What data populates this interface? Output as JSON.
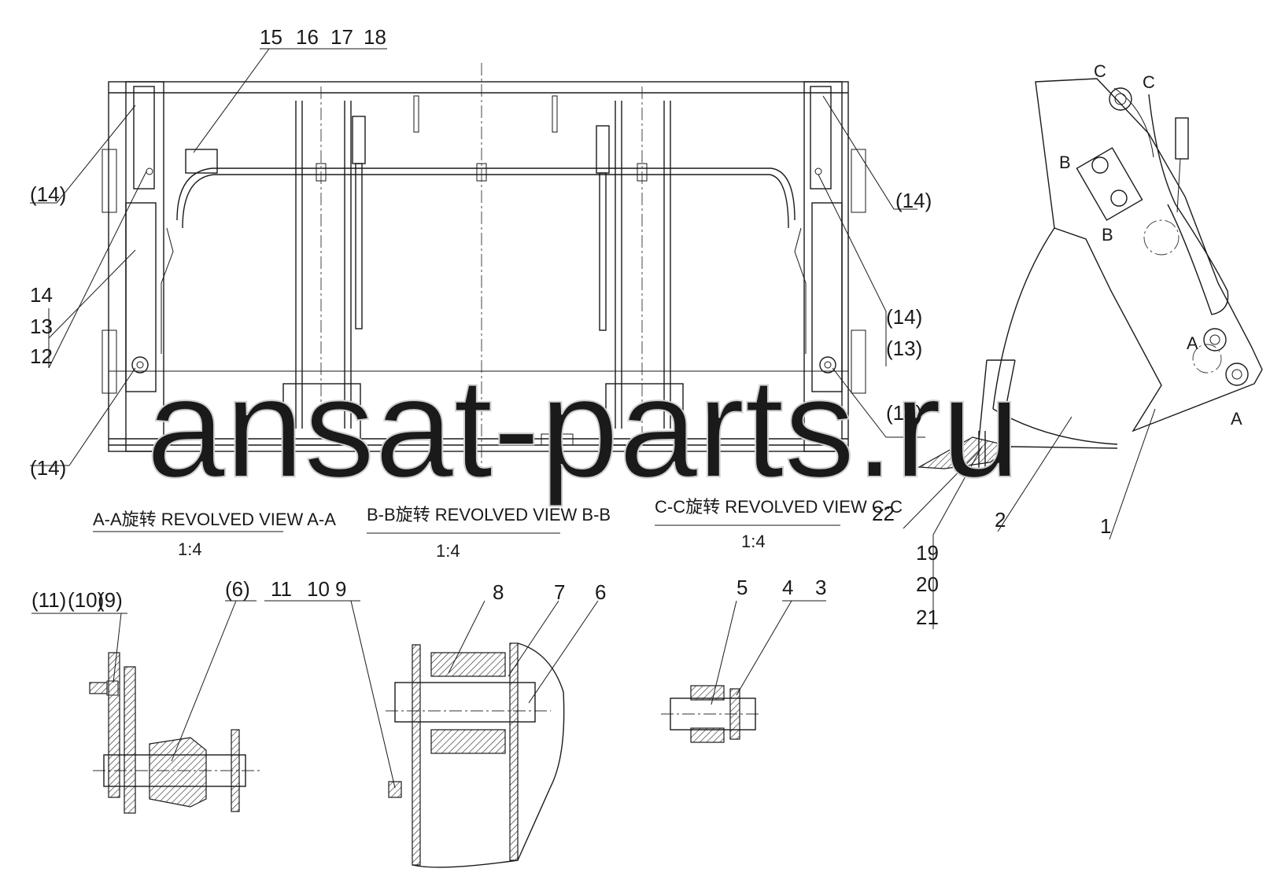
{
  "callouts": {
    "c15": "15",
    "c16": "16",
    "c17": "17",
    "c18": "18",
    "c14p_a": "(14)",
    "c14p_b": "(14)",
    "c14p_c": "(14)",
    "c14p_d": "(14)",
    "c14p_e": "(14)",
    "c14": "14",
    "c13": "13",
    "c12": "12",
    "c13p": "(13)",
    "c1": "1",
    "c2": "2",
    "c22": "22",
    "c19": "19",
    "c20": "20",
    "c21": "21",
    "c11p": "(11)",
    "c10p": "(10)",
    "c9p": "(9)",
    "c6p": "(6)",
    "c11": "11",
    "c10": "10",
    "c9": "9",
    "c8": "8",
    "c7": "7",
    "c6": "6",
    "c5": "5",
    "c4": "4",
    "c3": "3"
  },
  "section_markers": {
    "a1": "A",
    "a2": "A",
    "b1": "B",
    "b2": "B",
    "cm1": "C",
    "cm2": "C"
  },
  "views": [
    {
      "title": "A-A旋转 REVOLVED VIEW A-A",
      "scale": "1:4"
    },
    {
      "title": "B-B旋转 REVOLVED VIEW B-B",
      "scale": "1:4"
    },
    {
      "title": "C-C旋转 REVOLVED VIEW C-C",
      "scale": "1:4"
    }
  ],
  "watermark": "ansat-parts.ru"
}
